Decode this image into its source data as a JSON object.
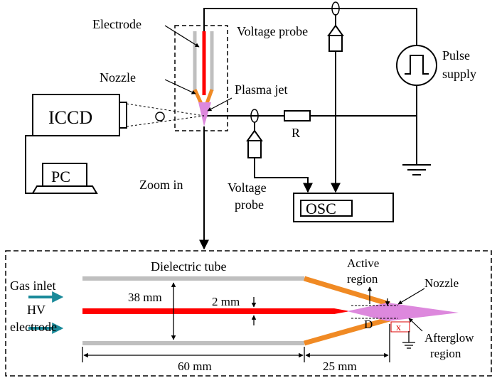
{
  "labels": {
    "electrode": "Electrode",
    "voltage_probe_top": "Voltage probe",
    "pulse_supply_line1": "Pulse",
    "pulse_supply_line2": "supply",
    "nozzle_top": "Nozzle",
    "plasma_jet": "Plasma jet",
    "iccd": "ICCD",
    "resistor": "R",
    "pc": "PC",
    "zoom_in": "Zoom in",
    "voltage_probe_bottom_line1": "Voltage",
    "voltage_probe_bottom_line2": "probe",
    "osc": "OSC"
  },
  "zoom": {
    "dielectric_tube": "Dielectric tube",
    "active_region_line1": "Active",
    "active_region_line2": "region",
    "nozzle": "Nozzle",
    "gas_inlet": "Gas inlet",
    "hv_line1": "HV",
    "hv_line2": "electrode",
    "dim_38": "38 mm",
    "dim_2": "2 mm",
    "dim_D": "D",
    "dim_x": "x",
    "dim_60": "60 mm",
    "dim_25": "25 mm",
    "afterglow_line1": "Afterglow",
    "afterglow_line2": "region"
  },
  "colors": {
    "electrode": "#ff0000",
    "tube": "#bfbfbf",
    "nozzle": "#f08a24",
    "plasma": "#dd88dd",
    "arrow": "#1a8a9a",
    "line": "#000000"
  }
}
